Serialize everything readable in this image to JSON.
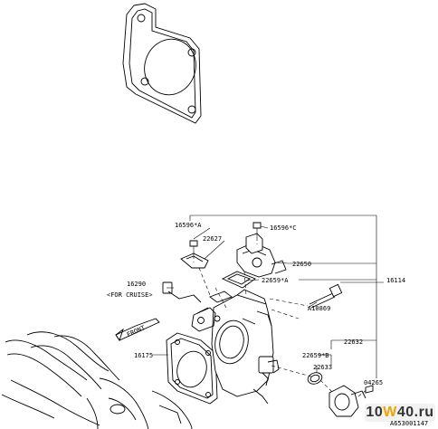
{
  "labels": {
    "p16596a": "16596*A",
    "p16596c": "16596*C",
    "p22627": "22627",
    "p22650": "22650",
    "p22659a": "22659*A",
    "p16114": "16114",
    "p16290": "16290",
    "for_cruise": "<FOR CRUISE>",
    "a10869": "A10869",
    "front": "FRONT",
    "p16175": "16175",
    "p22659b": "22659*B",
    "p22632": "22632",
    "p22633": "22633",
    "p04265": "04265"
  },
  "watermark": {
    "part1": "10",
    "part2": "W",
    "part3": "40.ru"
  },
  "figure_code": "A653001147"
}
